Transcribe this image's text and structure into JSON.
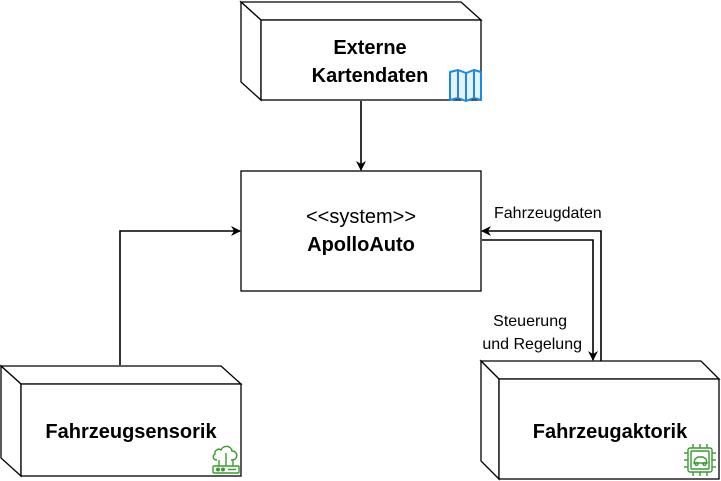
{
  "nodes": {
    "maps": {
      "line1": "Externe",
      "line2": "Kartendaten",
      "icon": "map-icon"
    },
    "system": {
      "stereotype": "<<system>>",
      "name": "ApolloAuto"
    },
    "sensors": {
      "label": "Fahrzeugsensorik",
      "icon": "sensor-network-icon"
    },
    "actuators": {
      "label": "Fahrzeugaktorik",
      "icon": "car-chip-icon"
    }
  },
  "edges": {
    "vehicle_data": "Fahrzeugdaten",
    "control_line1": "Steuerung",
    "control_line2": "und Regelung"
  },
  "colors": {
    "stroke": "#000000",
    "box_side": "#ffffff",
    "map_icon": "#1e88e5",
    "green_icon": "#3a9a2f"
  }
}
